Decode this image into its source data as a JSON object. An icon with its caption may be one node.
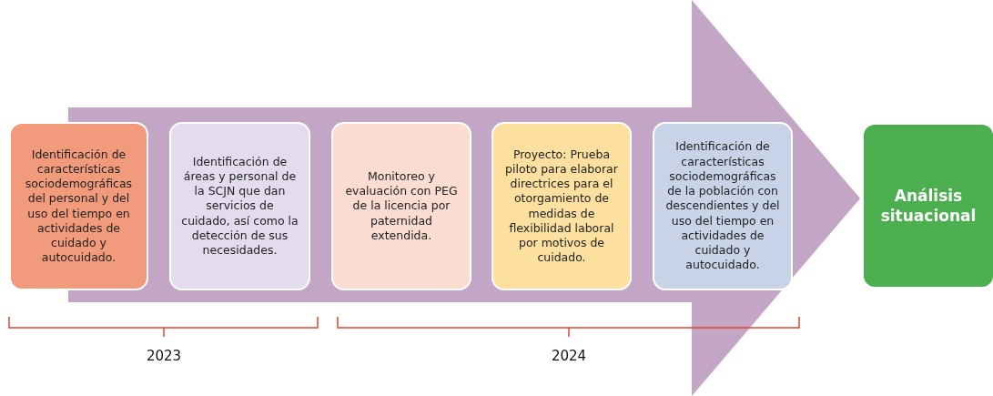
{
  "diagram": {
    "nodes": [
      {
        "text": [
          "Identificación de características sociodemográficas del personal y del uso del tiempo en actividades de cuidado y autocuidado."
        ]
      },
      {
        "text": [
          "Identificación de áreas y personal de la SCJN que dan servicios de cuidado, así como la detección de sus necesidades."
        ]
      },
      {
        "text": [
          "Monitoreo y evaluación con PEG de la licencia por paternidad extendida."
        ]
      },
      {
        "text": [
          "Proyecto: Prueba piloto para elaborar directrices para el otorgamiento de medidas de flexibilidad laboral por motivos de cuidado."
        ]
      },
      {
        "text": [
          "Identificación de características sociodemográficas de la población con descendientes y del uso del tiempo en actividades de cuidado y autocuidado."
        ]
      },
      {
        "text": [
          "Análisis situacional"
        ]
      }
    ],
    "labels": [
      "2023",
      "2024"
    ]
  }
}
